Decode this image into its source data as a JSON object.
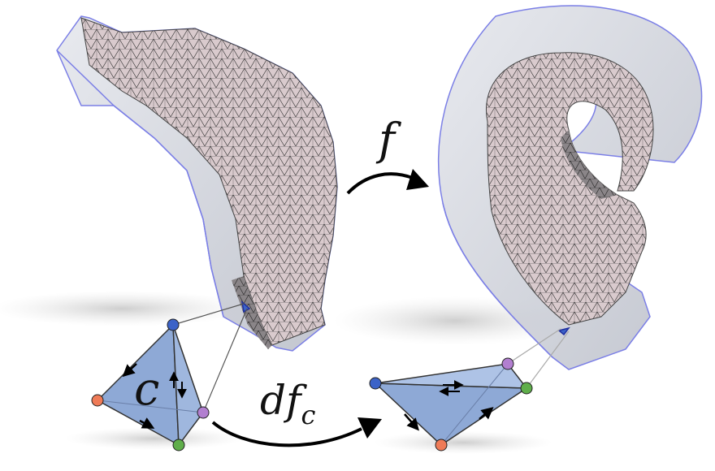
{
  "labels": {
    "map": "f",
    "differential_base": "df",
    "differential_sub": "c",
    "cell": "c"
  },
  "colors": {
    "mesh_fill": "#d8c9cc",
    "mesh_line": "#333333",
    "shell_fill": "#c9cdd6",
    "shell_edge": "#7b7fe6",
    "tet_fill": "#8ea9d6",
    "vertex_blue": "#3c63c8",
    "vertex_orange": "#ef7b57",
    "vertex_purple": "#b27fd0",
    "vertex_green": "#5fae4a",
    "arrow": "#000000",
    "shadow": "#cfcfcf"
  }
}
